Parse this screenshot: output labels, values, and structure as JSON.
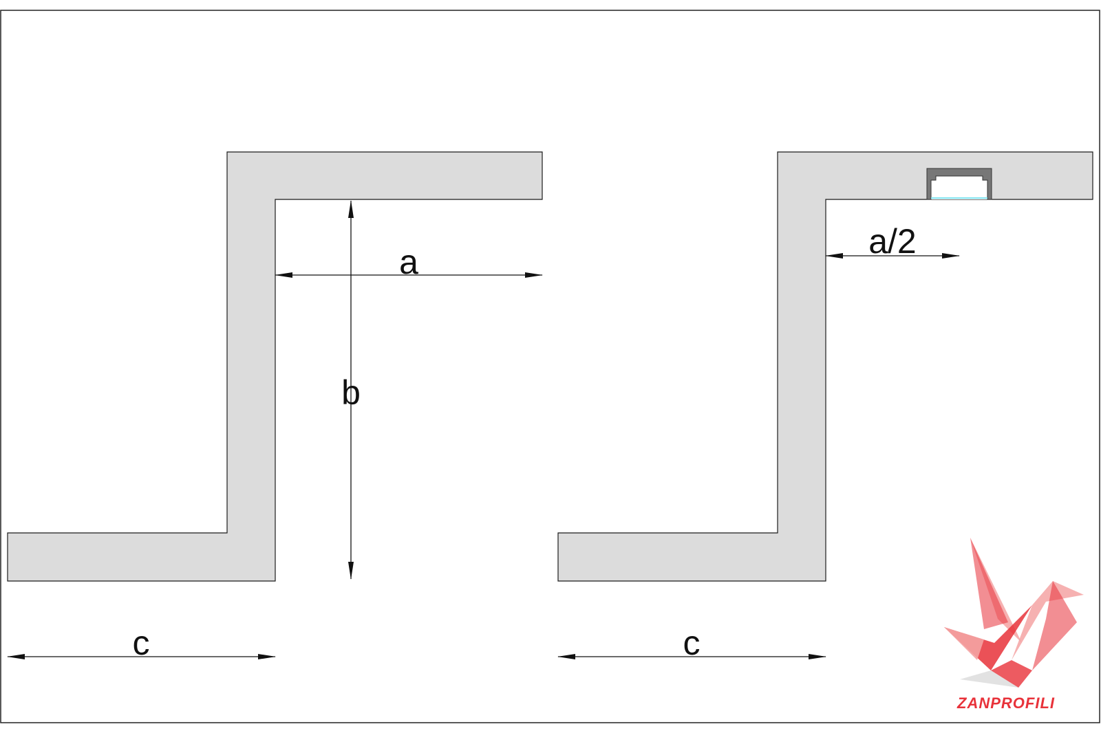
{
  "labels": {
    "left_a": "a",
    "left_b": "b",
    "left_c": "c",
    "right_a_half": "a/2",
    "right_c": "c"
  },
  "logo": {
    "text": "ZANPROFILI",
    "icon": "origami-crane-icon"
  },
  "colors": {
    "profile_fill": "#dcdcdc",
    "stroke": "#1a1a1a",
    "frame": "#222222",
    "led_channel": "#777777",
    "led_diffuser": "#7fe3ef",
    "logo_red": "#e8323a",
    "logo_pink": "#f4a3a3"
  }
}
